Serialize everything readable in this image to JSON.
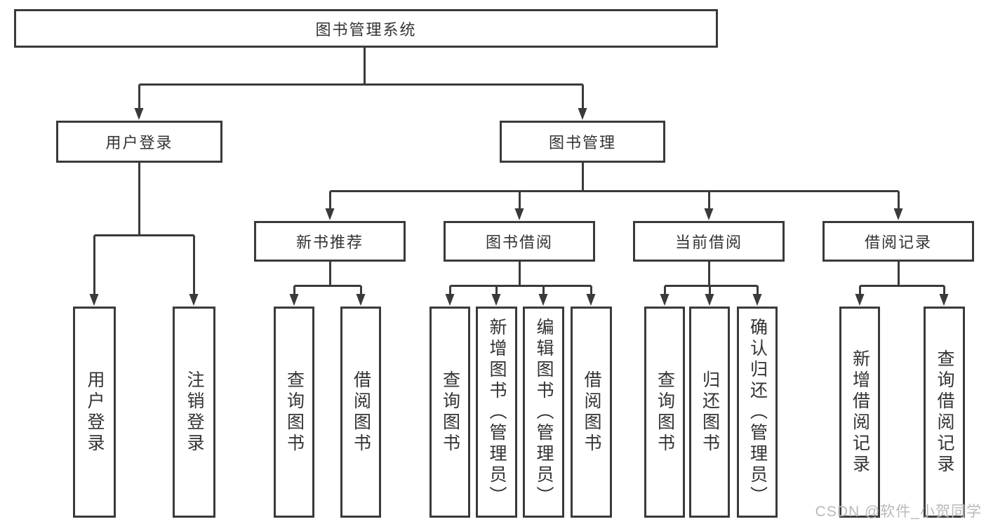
{
  "diagram": {
    "title": "图书管理系统",
    "root": {
      "label": "图书管理系统"
    },
    "level2": [
      {
        "label": "用户登录"
      },
      {
        "label": "图书管理"
      }
    ],
    "level3": [
      {
        "label": "新书推荐"
      },
      {
        "label": "图书借阅"
      },
      {
        "label": "当前借阅"
      },
      {
        "label": "借阅记录"
      }
    ],
    "leaves": [
      {
        "label": "用户登录",
        "parent": "用户登录"
      },
      {
        "label": "注销登录",
        "parent": "用户登录"
      },
      {
        "label": "查询图书",
        "parent": "新书推荐"
      },
      {
        "label": "借阅图书",
        "parent": "新书推荐"
      },
      {
        "label": "查询图书",
        "parent": "图书借阅"
      },
      {
        "label": "新增图书（管理员）",
        "parent": "图书借阅"
      },
      {
        "label": "编辑图书（管理员）",
        "parent": "图书借阅"
      },
      {
        "label": "借阅图书",
        "parent": "图书借阅"
      },
      {
        "label": "查询图书",
        "parent": "当前借阅"
      },
      {
        "label": "归还图书",
        "parent": "当前借阅"
      },
      {
        "label": "确认归还（管理员）",
        "parent": "当前借阅"
      },
      {
        "label": "新增借阅记录",
        "parent": "借阅记录"
      },
      {
        "label": "查询借阅记录",
        "parent": "借阅记录"
      }
    ]
  },
  "watermark": {
    "text": "CSDN @软件_小贺同学"
  },
  "colors": {
    "line": "#3a3a3a",
    "text": "#333333",
    "watermark": "#b9b9b9",
    "background": "#ffffff"
  }
}
